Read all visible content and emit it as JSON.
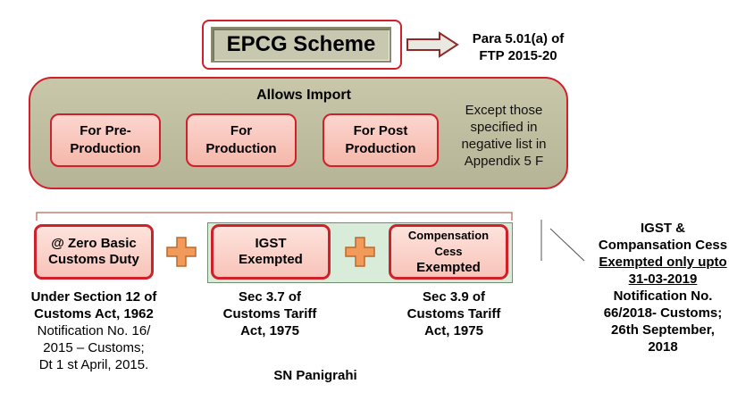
{
  "title": "EPCG Scheme",
  "reference": {
    "line1": "Para 5.01(a) of",
    "line2": "FTP 2015-20"
  },
  "allows": {
    "title": "Allows Import",
    "items": [
      {
        "line1": "For Pre-",
        "line2": "Production"
      },
      {
        "line1": "For",
        "line2": "Production"
      },
      {
        "line1": "For Post",
        "line2": "Production"
      }
    ],
    "exception": [
      "Except those",
      "specified in",
      "negative list in",
      "Appendix 5 F"
    ]
  },
  "benefits": [
    {
      "line1": "@ Zero Basic",
      "line2": "Customs Duty"
    },
    {
      "line1": "IGST",
      "line2": "Exempted"
    },
    {
      "line1": "Compensation",
      "line2": "Cess",
      "line3": "Exempted"
    }
  ],
  "basis": {
    "b1": {
      "bold1": "Under Section 12 of",
      "bold2": "Customs Act, 1962",
      "line3": "Notification No. 16/",
      "line4": "2015 – Customs;",
      "line5": "Dt 1 st April, 2015."
    },
    "b2": {
      "line1": "Sec 3.7 of",
      "line2": "Customs Tariff",
      "line3": "Act, 1975"
    },
    "b3": {
      "line1": "Sec 3.9 of",
      "line2": "Customs Tariff",
      "line3": "Act, 1975"
    }
  },
  "right_note": {
    "line1": "IGST &",
    "line2": "Compansation Cess",
    "line3": "Exempted only upto",
    "line4": "31-03-2019",
    "line5": "Notification No.",
    "line6": "66/2018- Customs;",
    "line7": "26th September,",
    "line8": "2018"
  },
  "author": "SN Panigrahi",
  "colors": {
    "border_red": "#d0202a",
    "olive_panel": "#c9c7aa",
    "pink_box": "#f8c3b8",
    "green_panel": "#d9ebd9",
    "plus_orange": "#f29a5a"
  }
}
